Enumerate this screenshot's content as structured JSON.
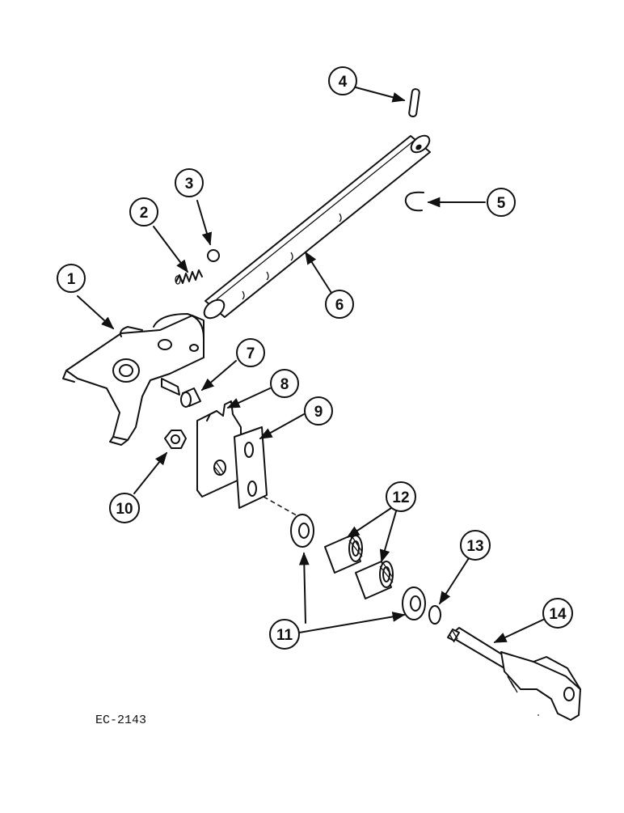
{
  "diagram": {
    "reference_code": "EC-2143",
    "callouts": [
      {
        "number": "1"
      },
      {
        "number": "2"
      },
      {
        "number": "3"
      },
      {
        "number": "4"
      },
      {
        "number": "5"
      },
      {
        "number": "6"
      },
      {
        "number": "7"
      },
      {
        "number": "8"
      },
      {
        "number": "9"
      },
      {
        "number": "10"
      },
      {
        "number": "11"
      },
      {
        "number": "12"
      },
      {
        "number": "13"
      },
      {
        "number": "14"
      }
    ]
  }
}
